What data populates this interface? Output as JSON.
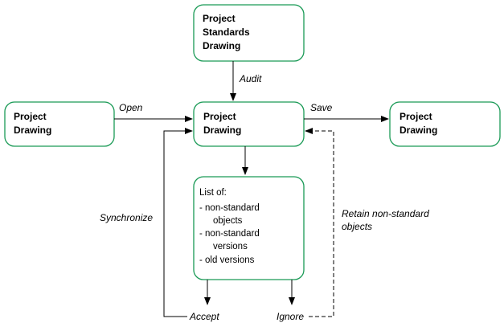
{
  "nodes": {
    "standards": {
      "lines": [
        "Project",
        "Standards",
        "Drawing"
      ]
    },
    "source": {
      "lines": [
        "Project",
        "Drawing"
      ]
    },
    "center": {
      "lines": [
        "Project",
        "Drawing"
      ]
    },
    "output": {
      "lines": [
        "Project",
        "Drawing"
      ]
    },
    "list": {
      "heading": "List of:",
      "items": [
        "- non-standard",
        "objects",
        "- non-standard",
        "versions",
        "- old versions"
      ]
    }
  },
  "edges": {
    "audit": "Audit",
    "open": "Open",
    "save": "Save",
    "synchronize": "Synchronize",
    "retain": [
      "Retain non-standard",
      "objects"
    ],
    "accept": "Accept",
    "ignore": "Ignore"
  }
}
